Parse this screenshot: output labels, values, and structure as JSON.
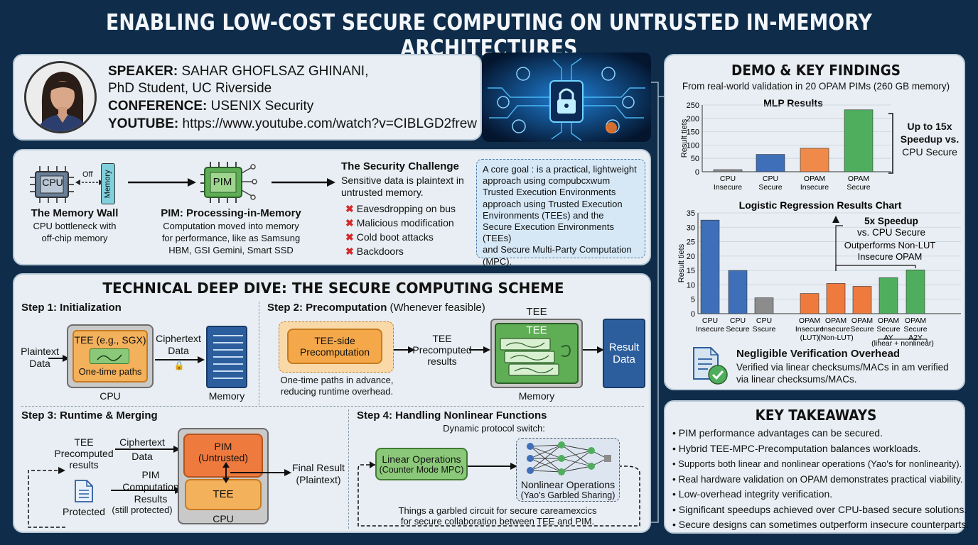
{
  "title": "ENABLING LOW-COST SECURE COMPUTING ON UNTRUSTED IN-MEMORY ARCHITECTURES",
  "speaker": {
    "speaker_label": "SPEAKER:",
    "speaker_name": "SAHAR GHOFLSAZ GHINANI,",
    "affiliation": "PhD Student, UC Riverside",
    "conference_label": "CONFERENCE:",
    "conference_value": "USENIX Security",
    "youtube_label": "YOUTUBE:",
    "youtube_value": "https://www.youtube.com/watch?v=CIBLGD2frew"
  },
  "problem": {
    "cpu_label": "CPU",
    "memory_label": "Memory",
    "off_label": "Off",
    "memory_wall_title": "The Memory Wall",
    "memory_wall_desc_1": "CPU bottleneck with",
    "memory_wall_desc_2": "off-chip memory",
    "pim_chip_label": "PIM",
    "pim_title": "PIM: Processing-in-Memory",
    "pim_desc_1": "Computation moved into memory",
    "pim_desc_2": "for performance, like as Samsung",
    "pim_desc_3": "HBM, GSI Gemini, Smart SSD",
    "challenge_title": "The Security Challenge",
    "challenge_desc_1": "Sensitive data is plaintext in",
    "challenge_desc_2": "untrusted memory.",
    "threats": [
      "Eavesdropping on bus",
      "Malicious modification",
      "Cold boot attacks",
      "Backdoors"
    ],
    "goal_lines": [
      "A core goal : is a practical, lightweight",
      "approach using compubсxwum",
      "Trusted Execution Environments",
      "approach using Trusted Execution",
      "Environments (TEEs) and the",
      "Secure Execution Environments (TEEs)",
      "and Secure Multi-Party Computation",
      "(MPC)."
    ]
  },
  "deep_dive": {
    "title": "TECHNICAL DEEP DIVE: THE SECURE COMPUTING SCHEME",
    "step1": {
      "title": "Step 1: Initialization",
      "plaintext_1": "Plaintext",
      "plaintext_2": "Data",
      "tee_label": "TEE (e.g., SGX)",
      "paths_label": "One-time paths",
      "cpu_label": "CPU",
      "cipher_1": "Ciphertext",
      "cipher_2": "Data",
      "memory_label": "Memory"
    },
    "step2": {
      "title": "Step 2: Precomputation",
      "title_note": "(Whenever feasible)",
      "precomp_1": "TEE-side",
      "precomp_2": "Precomputation",
      "desc_1": "One-time paths in advance,",
      "desc_2": "reducing runtime overhead.",
      "results_1": "TEE",
      "results_2": "Precomputed",
      "results_3": "results",
      "tee_top": "TEE",
      "tee_inner": "TEE",
      "memory_label": "Memory",
      "result_1": "Result",
      "result_2": "Data"
    },
    "step3": {
      "title": "Step 3: Runtime & Merging",
      "tee_results_1": "TEE",
      "tee_results_2": "Precomputed",
      "tee_results_3": "results",
      "cipher_1": "Ciphertext",
      "cipher_2": "Data",
      "pim_comp_1": "PIM",
      "pim_comp_2": "Computation",
      "pim_comp_3": "Results",
      "pim_comp_4": "(still protected)",
      "protected": "Protected",
      "pim_1": "PIM",
      "pim_2": "(Untrusted)",
      "tee": "TEE",
      "cpu": "CPU",
      "final_1": "Final Result",
      "final_2": "(Plaintext)"
    },
    "step4": {
      "title": "Step 4: Handling Nonlinear Functions",
      "switch": "Dynamic protocol switch:",
      "linear_1": "Linear Operations",
      "linear_2": "(Counter Mode MPC)",
      "nonlinear_1": "Nonlinear Operations",
      "nonlinear_2": "(Yao's Garbled Sharing)",
      "caption_1": "Things a garbled circuit for secure careamexcics",
      "caption_2": "for secure collaboration between TEE and PIM."
    }
  },
  "findings": {
    "title": "DEMO & KEY FINDINGS",
    "subtitle": "From real-world validation in 20 OPAM PIMs (260 GB memory)",
    "mlp_note_1": "Up to 15x",
    "mlp_note_2": "Speedup vs.",
    "mlp_note_3": "CPU Secure",
    "lr_note_1": "5x Speedup",
    "lr_note_2": "vs. CPU Secure",
    "lr_note_3": "Outperforms Non-LUT",
    "lr_note_4": "Insecure OPAM",
    "lr_bracket": "(linear + nonlinear)",
    "verify_title": "Negligible Verification Overhead",
    "verify_1": "Verified via linear checksums/MACs in am verified",
    "verify_2": "via linear checksums/MACs."
  },
  "chart_data": [
    {
      "type": "bar",
      "title": "MLP Results",
      "ylabel": "Result tiets",
      "ylim": [
        0,
        250
      ],
      "yticks": [
        0,
        50,
        100,
        150,
        200,
        250
      ],
      "categories": [
        [
          "CPU",
          "Insecure"
        ],
        [
          "CPU",
          "Secure"
        ],
        [
          "OPAM",
          "Insecure"
        ],
        [
          "OPAM",
          "Secure"
        ]
      ],
      "values": [
        8,
        65,
        88,
        232
      ],
      "colors": [
        "#8c8c8c",
        "#3f6fb8",
        "#ef8a4a",
        "#4fae5e"
      ]
    },
    {
      "type": "bar",
      "title": "Logistic Regression Results Chart",
      "ylabel": "Result tiets",
      "ylim": [
        0,
        35
      ],
      "yticks": [
        0,
        5,
        10,
        15,
        20,
        25,
        30,
        35
      ],
      "categories": [
        [
          "CPU",
          "Insecure"
        ],
        [
          "CPU",
          "Secure"
        ],
        [
          "CPU",
          "Sscure"
        ],
        [
          "OPAM",
          "Insecure",
          "(LUT)"
        ],
        [
          "OPAM",
          "Insecure",
          "(Non-LUT)"
        ],
        [
          "OPAM",
          "Secure"
        ],
        [
          "OPAM",
          "Secure",
          "AY"
        ],
        [
          "OPAM",
          "Secure",
          "A2Y"
        ]
      ],
      "values": [
        32.5,
        15,
        5.5,
        7,
        10.5,
        9.5,
        12.5,
        15.2
      ],
      "colors": [
        "#3f6fb8",
        "#3f6fb8",
        "#8c8c8c",
        "#ef7a3e",
        "#ef7a3e",
        "#ef7a3e",
        "#4fae5e",
        "#4fae5e"
      ]
    }
  ],
  "takeaways": {
    "title": "KEY TAKEAWAYS",
    "items": [
      "PIM performance advantages can be secured.",
      "Hybrid TEE-MPC-Precomputation balances workloads.",
      "Supports both linear and nonlinear operations (Yao's for nonlinearity).",
      "Real hardware validation on OPAM demonstrates practical viability.",
      "Low-overhead integrity verification.",
      "Significant speedups achieved over CPU-based secure solutions.",
      "Secure designs can sometimes outperform insecure counterparts."
    ]
  }
}
